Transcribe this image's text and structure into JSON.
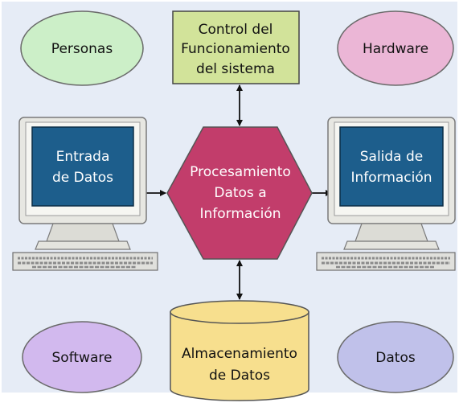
{
  "ellipses": {
    "top_left": "Personas",
    "top_right": "Hardware",
    "bottom_left": "Software",
    "bottom_right": "Datos"
  },
  "control": {
    "line1": "Control del",
    "line2": "Funcionamiento",
    "line3": "del sistema"
  },
  "processing": {
    "line1": "Procesamiento",
    "line2": "Datos a",
    "line3": "Información"
  },
  "input_computer": {
    "line1": "Entrada",
    "line2": "de Datos"
  },
  "output_computer": {
    "line1": "Salida de",
    "line2": "Información"
  },
  "storage": {
    "line1": "Almacenamiento",
    "line2": "de Datos"
  },
  "colors": {
    "background": "#e6ecf6",
    "personas": "#ccefc8",
    "hardware": "#ebb6d6",
    "software": "#d2b9ee",
    "datos": "#c0c1ea",
    "control_box": "#d2e39a",
    "hexagon": "#c23d6b",
    "screen": "#1d5e8c",
    "cylinder": "#f7df8e"
  }
}
